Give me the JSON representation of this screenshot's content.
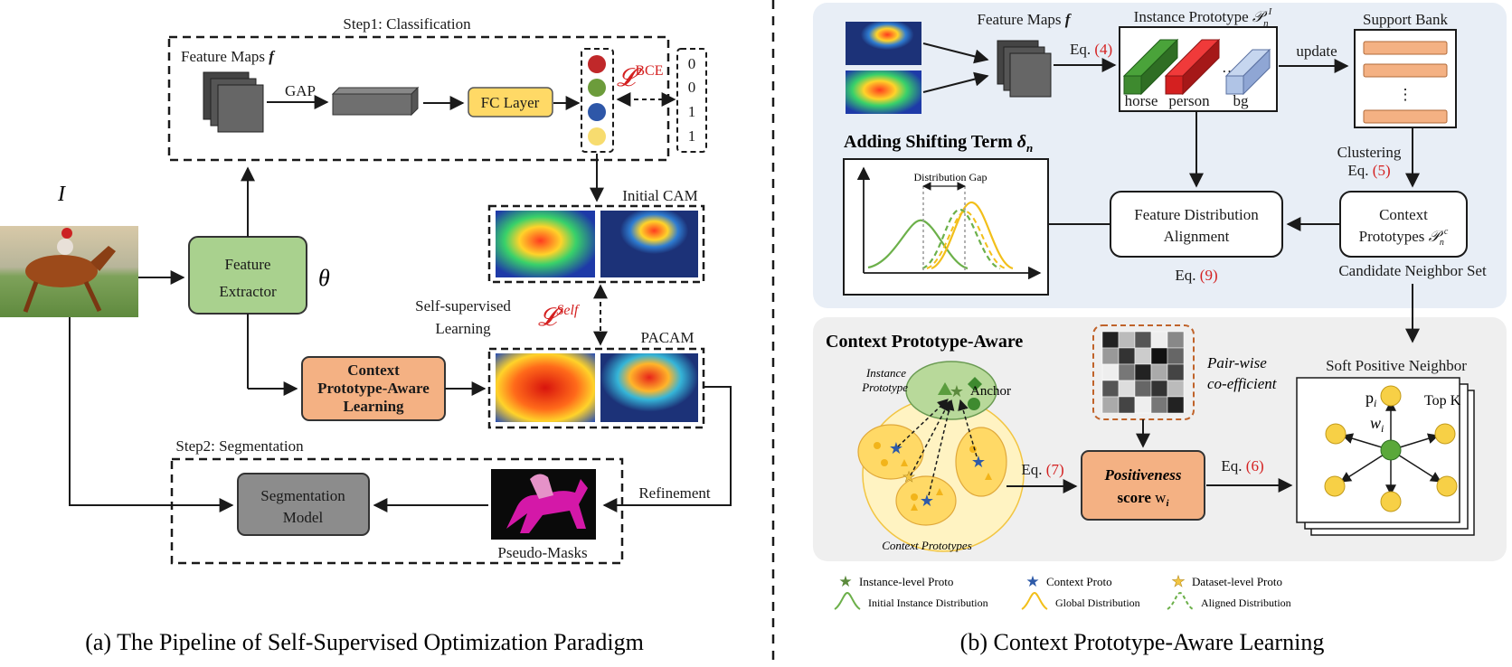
{
  "left": {
    "step1_title": "Step1: Classification",
    "feature_maps": "Feature Maps",
    "feature_maps_sym": "f",
    "gap": "GAP",
    "fc_layer": "FC Layer",
    "bce_loss": "𝓛",
    "bce_sup": "BCE",
    "labels": [
      "0",
      "0",
      "1",
      "1"
    ],
    "input_symbol": "I",
    "feature_extractor_l1": "Feature",
    "feature_extractor_l2": "Extractor",
    "theta": "θ",
    "initial_cam": "Initial  CAM",
    "self_sup_l1": "Self-supervised",
    "self_sup_l2": "Learning",
    "self_loss": "𝓛",
    "self_sup": "Self",
    "pacam": "PACAM",
    "cpal_l1": "Context",
    "cpal_l2": "Prototype-Aware",
    "cpal_l3": "Learning",
    "step2_title": "Step2: Segmentation",
    "seg_l1": "Segmentation",
    "seg_l2": "Model",
    "refinement": "Refinement",
    "pseudo_masks": "Pseudo-Masks",
    "caption": "(a) The Pipeline of Self-Supervised Optimization Paradigm"
  },
  "right": {
    "feature_maps": "Feature Maps",
    "feature_maps_sym": "f",
    "eq4": "Eq.",
    "eq4_num": "(4)",
    "instance_proto": "Instance Prototype",
    "instance_proto_sym": "𝒫",
    "instance_proto_sub": "n",
    "instance_proto_sup": "I",
    "proto_labels": [
      "horse",
      "person",
      "bg"
    ],
    "update": "update",
    "support_bank": "Support Bank",
    "shift_title": "Adding Shifting Term",
    "shift_sym": "δ",
    "shift_sub": "n",
    "distribution_gap": "Distribution Gap",
    "clustering": "Clustering",
    "eq5": "Eq.",
    "eq5_num": "(5)",
    "fda_l1": "Feature Distribution",
    "fda_l2": "Alignment",
    "context_l1": "Context",
    "context_l2": "Prototypes",
    "context_sym": "𝒫",
    "context_sub": "n",
    "context_sup": "c",
    "eq9": "Eq.",
    "eq9_num": "(9)",
    "candidate": "Candidate  Neighbor Set",
    "cpa_title": "Context Prototype-Aware",
    "pairwise_l1": "Pair-wise",
    "pairwise_l2": "co-efficient",
    "instance_prototype_l1": "Instance",
    "instance_prototype_l2": "Prototype",
    "anchor": "Anchor",
    "context_prototypes": "Context Prototypes",
    "eq7": "Eq.",
    "eq7_num": "(7)",
    "positiveness_l1": "Positiveness",
    "positiveness_l2": "score",
    "positiveness_sym": "w",
    "positiveness_sub": "i",
    "eq6": "Eq.",
    "eq6_num": "(6)",
    "soft_pos": "Soft Positive Neighbor",
    "p_i": "p",
    "p_i_sub": "i",
    "w_i": "w",
    "w_i_sub": "i",
    "top_k": "Top K",
    "legend": [
      {
        "icon": "star",
        "color": "#6a9b52",
        "label": "Instance-level Proto"
      },
      {
        "icon": "star",
        "color": "#2e5aa8",
        "label": "Context Proto"
      },
      {
        "icon": "star",
        "color": "#f2c542",
        "label": "Dataset-level Proto"
      },
      {
        "icon": "curve",
        "color": "#6cb04a",
        "label": "Initial Instance Distribution"
      },
      {
        "icon": "curve",
        "color": "#f2bf1a",
        "label": "Global Distribution"
      },
      {
        "icon": "dashed-curve",
        "color": "#6cb04a",
        "label": "Aligned Distribution"
      }
    ],
    "caption": "(b) Context Prototype-Aware Learning"
  },
  "colors": {
    "green_box": "#a9d18e",
    "orange_box": "#f4b183",
    "yellow_box": "#ffd966",
    "gray_box": "#8c8c8c",
    "panel_blue": "#e8eef6",
    "panel_gray": "#efefef",
    "eq_red": "#d42020"
  }
}
